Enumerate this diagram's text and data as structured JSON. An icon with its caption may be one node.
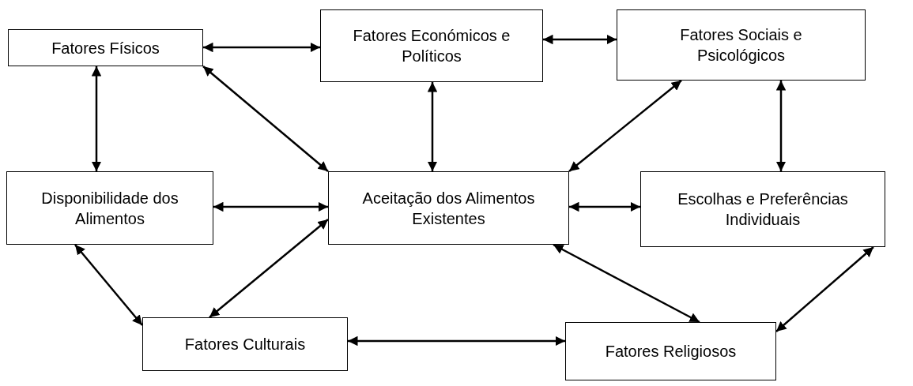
{
  "diagram": {
    "nodes": [
      {
        "text": [
          "Fatores Físicos"
        ]
      },
      {
        "text": [
          "Fatores Económicos e Políticos"
        ]
      },
      {
        "text": [
          "Fatores Sociais e Psicológicos"
        ]
      },
      {
        "text": [
          "Disponibilidade dos Alimentos"
        ]
      },
      {
        "text": [
          "Aceitação dos Alimentos Existentes"
        ]
      },
      {
        "text": [
          "Escolhas e Preferências Individuais"
        ]
      },
      {
        "text": [
          "Fatores Culturais"
        ]
      },
      {
        "text": [
          "Fatores Religiosos"
        ]
      }
    ],
    "edges": [
      {
        "from": 0,
        "to": 1,
        "arrow": "both"
      },
      {
        "from": 1,
        "to": 2,
        "arrow": "both"
      },
      {
        "from": 0,
        "to": 3,
        "arrow": "both"
      },
      {
        "from": 0,
        "to": 4,
        "arrow": "both"
      },
      {
        "from": 1,
        "to": 4,
        "arrow": "both"
      },
      {
        "from": 2,
        "to": 4,
        "arrow": "both"
      },
      {
        "from": 2,
        "to": 5,
        "arrow": "both"
      },
      {
        "from": 3,
        "to": 4,
        "arrow": "both"
      },
      {
        "from": 4,
        "to": 5,
        "arrow": "both"
      },
      {
        "from": 3,
        "to": 6,
        "arrow": "both"
      },
      {
        "from": 4,
        "to": 6,
        "arrow": "both"
      },
      {
        "from": 4,
        "to": 7,
        "arrow": "both"
      },
      {
        "from": 5,
        "to": 7,
        "arrow": "both"
      },
      {
        "from": 6,
        "to": 7,
        "arrow": "both"
      }
    ]
  }
}
